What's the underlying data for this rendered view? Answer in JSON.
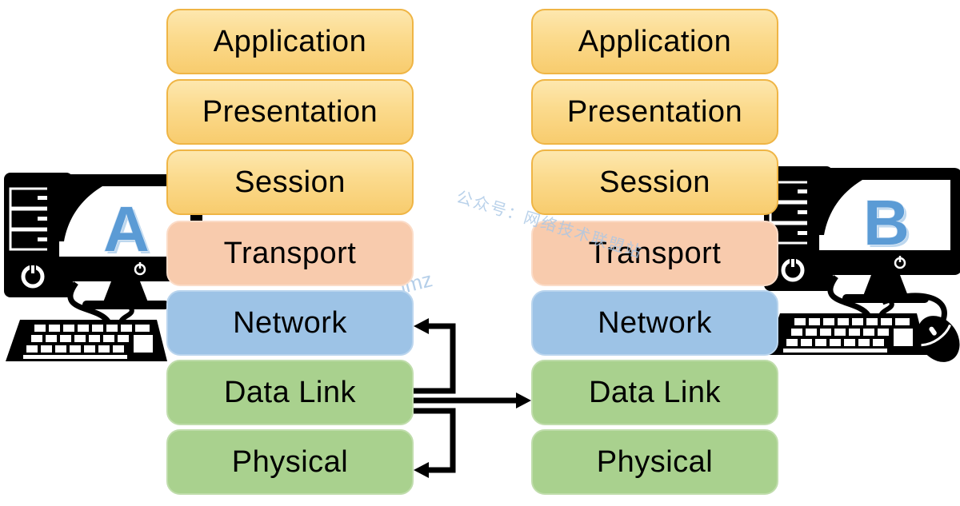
{
  "osi": {
    "layers": [
      {
        "label": "Application",
        "group": "upper"
      },
      {
        "label": "Presentation",
        "group": "upper"
      },
      {
        "label": "Session",
        "group": "upper"
      },
      {
        "label": "Transport",
        "group": "transport"
      },
      {
        "label": "Network",
        "group": "network"
      },
      {
        "label": "Data Link",
        "group": "lower"
      },
      {
        "label": "Physical",
        "group": "lower"
      }
    ]
  },
  "computers": {
    "left": {
      "label": "A"
    },
    "right": {
      "label": "B"
    }
  },
  "arrows": [
    {
      "name": "datalink-to-network",
      "from": "Data Link (A)",
      "to": "Network (A)",
      "direction": "up-left"
    },
    {
      "name": "datalink-to-datalink",
      "from": "Data Link (A)",
      "to": "Data Link (B)",
      "direction": "right"
    },
    {
      "name": "datalink-to-physical",
      "from": "Data Link (A)",
      "to": "Physical (A)",
      "direction": "down-left"
    }
  ],
  "watermarks": {
    "primary": "公众号：网络技术联盟站",
    "fragment": "lmz"
  },
  "colors": {
    "gold_top": "#FDE7AE",
    "gold_bottom": "#F8CC6E",
    "gold_border": "#EFB545",
    "peach": "#F8CBAD",
    "blue": "#9DC3E6",
    "green": "#A9D18E",
    "letter_blue": "#5B9BD5",
    "letter_bevel": "#BDD7EE",
    "watermark_blue": "#A9C7E6",
    "arrow_black": "#000000",
    "text_black": "#000000"
  }
}
